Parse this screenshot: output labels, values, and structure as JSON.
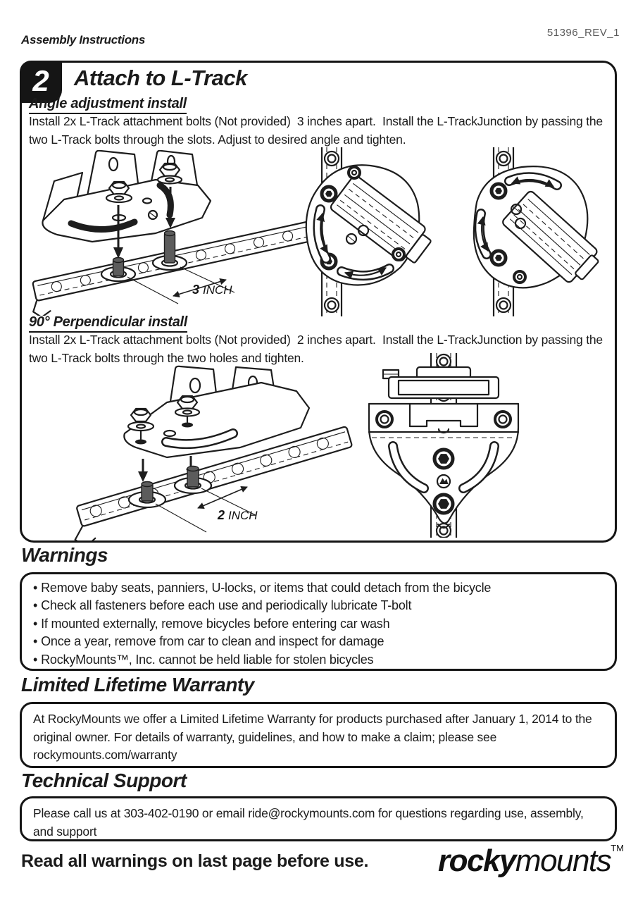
{
  "page": {
    "doc_type": "Assembly Instructions",
    "revision": "51396_REV_1"
  },
  "step": {
    "number": "2",
    "title": "Attach to L-Track",
    "sections": [
      {
        "heading": "Angle adjustment install",
        "body": "Install 2x L-Track attachment bolts (Not provided)  3 inches apart.  Install the L-TrackJunction by passing the two L-Track bolts through the slots. Adjust to desired angle and tighten.",
        "dim_number": "3",
        "dim_unit": "INCH"
      },
      {
        "heading": "90° Perpendicular install",
        "body": "Install 2x L-Track attachment bolts (Not provided)  2 inches apart.  Install the L-TrackJunction by passing the two L-Track bolts through the two holes and tighten.",
        "dim_number": "2",
        "dim_unit": "INCH"
      }
    ]
  },
  "warnings": {
    "title": "Warnings",
    "items": [
      "Remove baby seats, panniers, U-locks, or items that could detach from the bicycle",
      "Check all fasteners before each use and periodically lubricate T-bolt",
      "If mounted externally, remove bicycles before entering car wash",
      "Once a year, remove from car to clean and inspect for damage",
      "RockyMounts™, Inc. cannot be held liable for stolen bicycles"
    ]
  },
  "warranty": {
    "title": "Limited Lifetime Warranty",
    "body": "At RockyMounts we offer a Limited Lifetime Warranty for products purchased after January 1, 2014 to the original owner. For details of warranty, guidelines, and how to make a claim; please see rockymounts.com/warranty"
  },
  "support": {
    "title": "Technical Support",
    "body": "Please call us at 303-402-0190 or email ride@rockymounts.com for questions regarding use, assembly, and support"
  },
  "footer": {
    "notice": "Read all warnings on last page before use.",
    "brand_bold": "rocky",
    "brand_light": "mounts",
    "brand_tm": "TM"
  }
}
